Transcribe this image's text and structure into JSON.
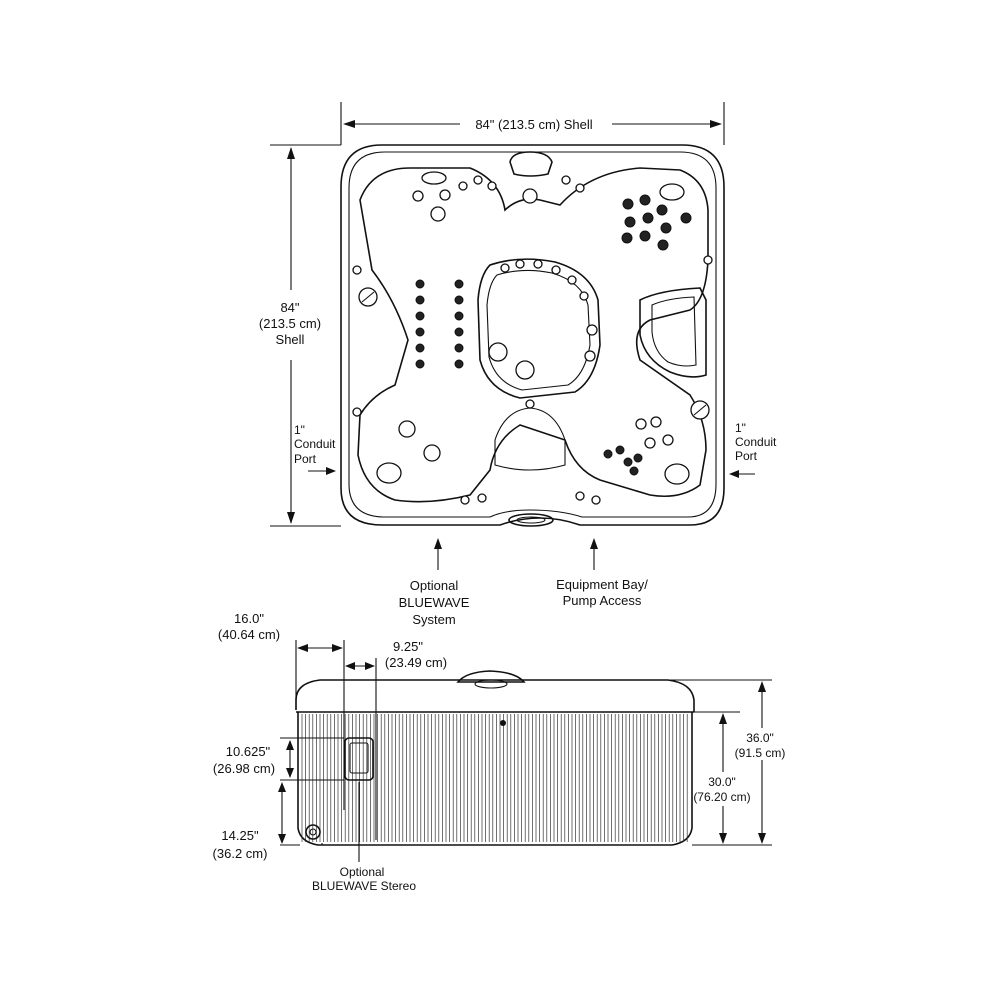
{
  "top_view": {
    "width_label": "84\" (213.5 cm) Shell",
    "height_label": [
      "84\"",
      "(213.5 cm)",
      "Shell"
    ],
    "conduit_left": [
      "1\"",
      "Conduit",
      "Port"
    ],
    "conduit_right": [
      "1\"",
      "Conduit",
      "Port"
    ],
    "bluewave_system": [
      "Optional",
      "BLUEWAVE",
      "System"
    ],
    "equipment_bay": [
      "Equipment Bay/",
      "Pump Access"
    ]
  },
  "side_view": {
    "dim_16": [
      "16.0\"",
      "(40.64 cm)"
    ],
    "dim_925": [
      "9.25\"",
      "(23.49 cm)"
    ],
    "dim_10625": [
      "10.625\"",
      "(26.98 cm)"
    ],
    "dim_1425": [
      "14.25\"",
      "(36.2 cm)"
    ],
    "dim_36": [
      "36.0\"",
      "(91.5 cm)"
    ],
    "dim_30": [
      "30.0\"",
      "(76.20 cm)"
    ],
    "stereo": [
      "Optional",
      "BLUEWAVE Stereo"
    ]
  }
}
